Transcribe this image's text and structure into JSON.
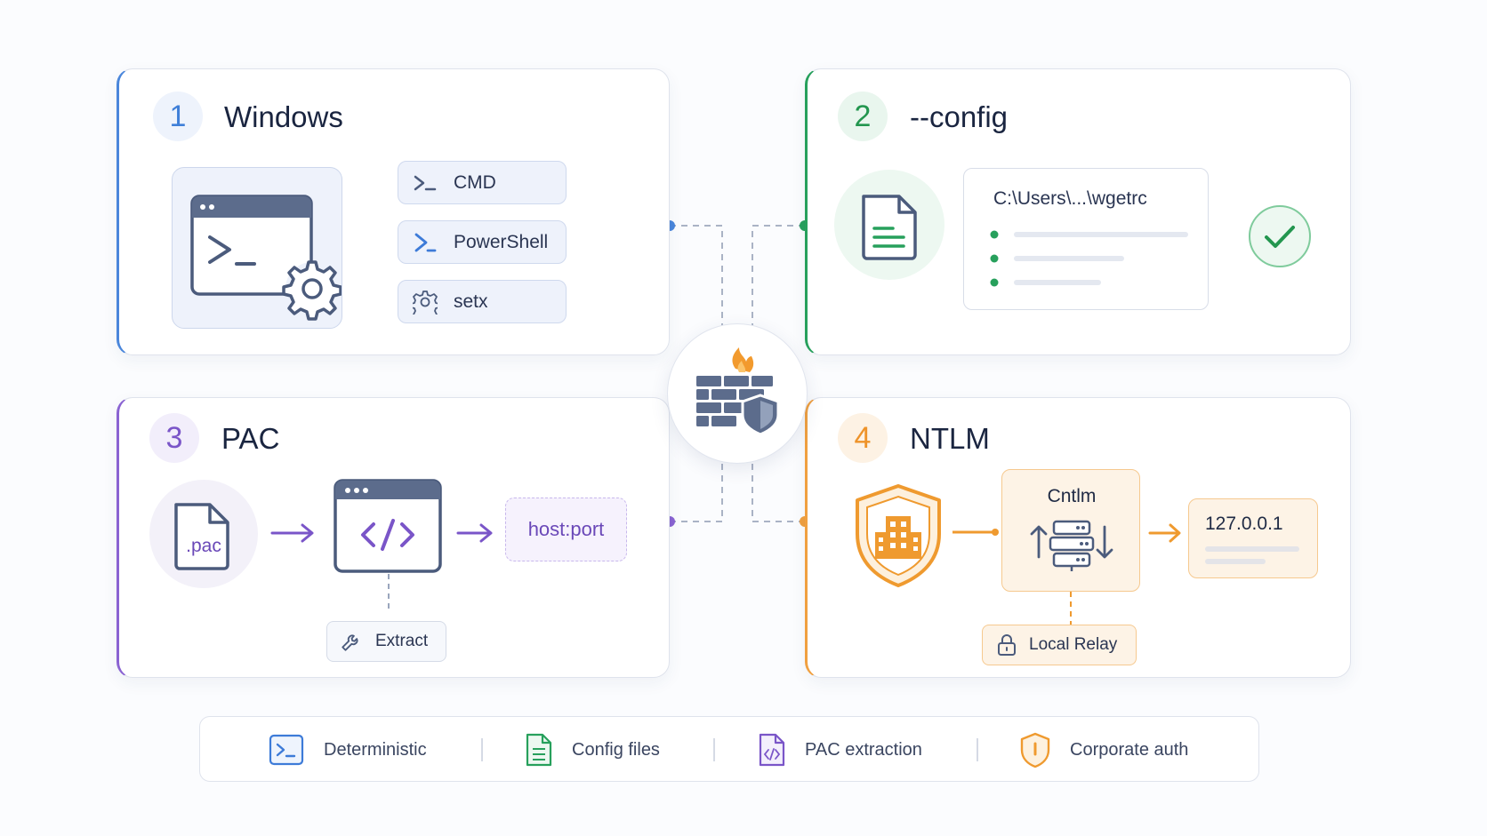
{
  "cards": {
    "windows": {
      "number": "1",
      "title": "Windows",
      "items": [
        "CMD",
        "PowerShell",
        "setx"
      ]
    },
    "config": {
      "number": "2",
      "title": "--config",
      "path": "C:\\Users\\...\\wgetrc"
    },
    "pac": {
      "number": "3",
      "title": "PAC",
      "file_label": ".pac",
      "output": "host:port",
      "extract_label": "Extract"
    },
    "ntlm": {
      "number": "4",
      "title": "NTLM",
      "relay_name": "Cntlm",
      "address": "127.0.0.1",
      "relay_label": "Local Relay"
    }
  },
  "legend": [
    {
      "label": "Deterministic",
      "icon": "terminal-icon",
      "color": "#3d7bd8"
    },
    {
      "label": "Config files",
      "icon": "document-icon",
      "color": "#27a05c"
    },
    {
      "label": "PAC extraction",
      "icon": "code-file-icon",
      "color": "#7a55c8"
    },
    {
      "label": "Corporate auth",
      "icon": "shield-icon",
      "color": "#ef9a2f"
    }
  ],
  "center": {
    "icon": "firewall-icon"
  },
  "colors": {
    "windows": "#4a86db",
    "config": "#27a05c",
    "pac": "#8a63d2",
    "ntlm": "#f0a040"
  }
}
